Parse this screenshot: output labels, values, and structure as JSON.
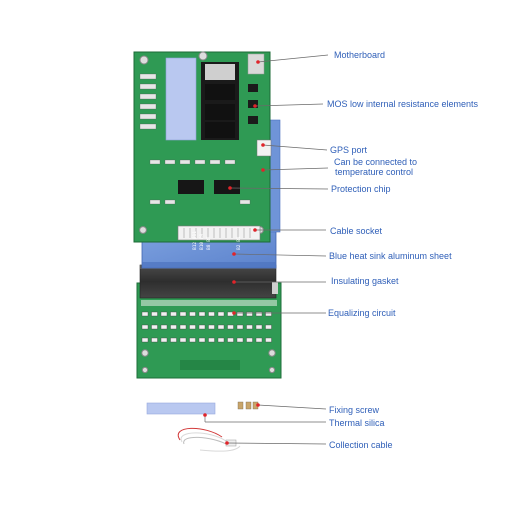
{
  "labels": {
    "motherboard": "Motherboard",
    "mos": "MOS low internal resistance elements",
    "gps": "GPS port",
    "temp_line1": "Can be connected to",
    "temp_line2": "temperature control",
    "protection_chip": "Protection chip",
    "cable_socket": "Cable socket",
    "heat_sink": "Blue heat sink aluminum sheet",
    "gasket": "Insulating gasket",
    "equalizing": "Equalizing circuit",
    "fixing_screw": "Fixing screw",
    "thermal_silica": "Thermal silica",
    "collection_cable": "Collection cable"
  },
  "socket_marks": [
    "B12 B11",
    "B10 B9",
    "B8 B7",
    "B2 B1"
  ],
  "colors": {
    "label": "#2f5fb8",
    "pcb_green": "#2f9a54",
    "pcb_dark": "#1f7a3e",
    "heat_sink_blue": "#6f94d8",
    "gasket_dark": "#3a3a3a",
    "silica": "#b9c8f0",
    "leader_line": "#6a6a6a",
    "marker_red": "#e0242a"
  }
}
